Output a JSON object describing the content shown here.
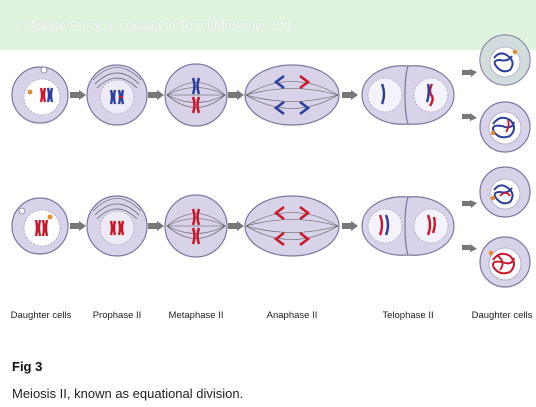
{
  "watermark": "© Adobe Stock, Licensed to TeachMeSeries Ltd",
  "stages": [
    "Daughter cells",
    "Prophase II",
    "Metaphase II",
    "Anaphase II",
    "Telophase II",
    "Daughter cells"
  ],
  "figure": {
    "label": "Fig 3",
    "caption": "Meiosis II, known as equational division."
  },
  "colors": {
    "cell_fill": "#d8d3e8",
    "cell_stroke": "#7e76a0",
    "nucleus_fill": "#ffffff",
    "chromosome_blue": "#2c3f9c",
    "chromosome_red": "#c9182b",
    "centrosome": "#e58a2a",
    "arrow": "#777777",
    "spindle": "#555555"
  }
}
